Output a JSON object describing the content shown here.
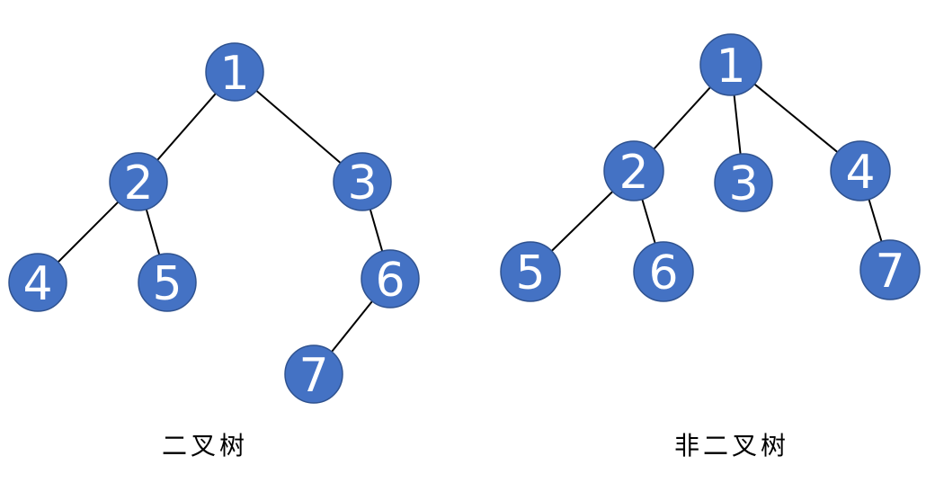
{
  "colors": {
    "node_fill": "#4472C4",
    "node_stroke": "#2F528F",
    "edge": "#000000",
    "label": "#ffffff"
  },
  "trees": [
    {
      "caption": "二叉树",
      "nodes": [
        {
          "id": "b1",
          "label": "1"
        },
        {
          "id": "b2",
          "label": "2"
        },
        {
          "id": "b3",
          "label": "3"
        },
        {
          "id": "b4",
          "label": "4"
        },
        {
          "id": "b5",
          "label": "5"
        },
        {
          "id": "b6",
          "label": "6"
        },
        {
          "id": "b7",
          "label": "7"
        }
      ],
      "edges": [
        [
          "b1",
          "b2"
        ],
        [
          "b1",
          "b3"
        ],
        [
          "b2",
          "b4"
        ],
        [
          "b2",
          "b5"
        ],
        [
          "b3",
          "b6"
        ],
        [
          "b6",
          "b7"
        ]
      ]
    },
    {
      "caption": "非二叉树",
      "nodes": [
        {
          "id": "n1",
          "label": "1"
        },
        {
          "id": "n2",
          "label": "2"
        },
        {
          "id": "n3",
          "label": "3"
        },
        {
          "id": "n4",
          "label": "4"
        },
        {
          "id": "n5",
          "label": "5"
        },
        {
          "id": "n6",
          "label": "6"
        },
        {
          "id": "n7",
          "label": "7"
        }
      ],
      "edges": [
        [
          "n1",
          "n2"
        ],
        [
          "n1",
          "n3"
        ],
        [
          "n1",
          "n4"
        ],
        [
          "n2",
          "n5"
        ],
        [
          "n2",
          "n6"
        ],
        [
          "n4",
          "n7"
        ]
      ]
    }
  ]
}
